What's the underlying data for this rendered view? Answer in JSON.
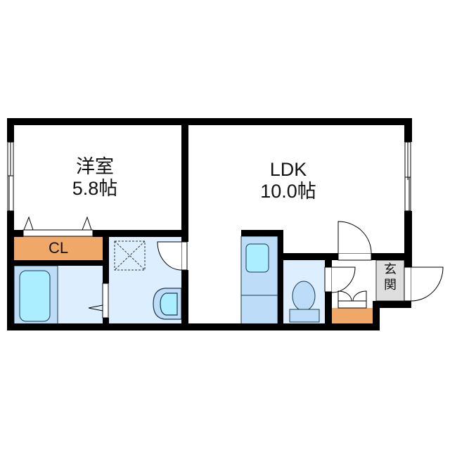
{
  "floor_plan": {
    "rooms": [
      {
        "id": "western-room",
        "name": "洋室",
        "size": "5.8帖"
      },
      {
        "id": "ldk",
        "name": "LDK",
        "size": "10.0帖"
      },
      {
        "id": "closet",
        "name": "CL"
      },
      {
        "id": "entrance",
        "name_line1": "玄",
        "name_line2": "関"
      },
      {
        "id": "bathroom",
        "name": ""
      },
      {
        "id": "washroom",
        "name": ""
      },
      {
        "id": "toilet",
        "name": ""
      },
      {
        "id": "shoe-storage",
        "name": ""
      }
    ],
    "fixtures": [
      "bathtub",
      "washbasin",
      "washing-machine-pan",
      "refrigerator-space",
      "toilet",
      "kitchen-sink"
    ],
    "colors": {
      "wall": "#000000",
      "closet": "#F0A868",
      "wet_area": "#DDEEFF",
      "tub_area": "#BCDCF8",
      "fixture_fill": "#AAEEFF",
      "entrance_floor": "#DEDEDE",
      "background": "#FFFFFF"
    }
  }
}
